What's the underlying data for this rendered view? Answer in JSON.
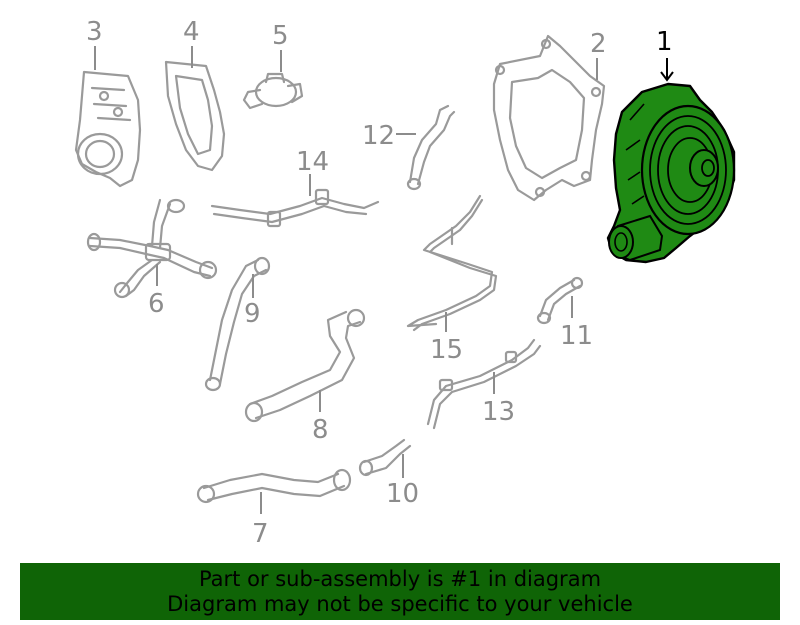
{
  "diagram": {
    "callouts": [
      {
        "id": "1",
        "label": "1"
      },
      {
        "id": "2",
        "label": "2"
      },
      {
        "id": "3",
        "label": "3"
      },
      {
        "id": "4",
        "label": "4"
      },
      {
        "id": "5",
        "label": "5"
      },
      {
        "id": "6",
        "label": "6"
      },
      {
        "id": "7",
        "label": "7"
      },
      {
        "id": "8",
        "label": "8"
      },
      {
        "id": "9",
        "label": "9"
      },
      {
        "id": "10",
        "label": "10"
      },
      {
        "id": "11",
        "label": "11"
      },
      {
        "id": "12",
        "label": "12"
      },
      {
        "id": "13",
        "label": "13"
      },
      {
        "id": "14",
        "label": "14"
      },
      {
        "id": "15",
        "label": "15"
      }
    ],
    "highlight_color": "#2d7a1f",
    "line_color": "#9a9a9a"
  },
  "banner": {
    "line1": "Part or sub-assembly is #1 in diagram",
    "line2": "Diagram may not be specific to your vehicle",
    "background": "#0f6406"
  }
}
